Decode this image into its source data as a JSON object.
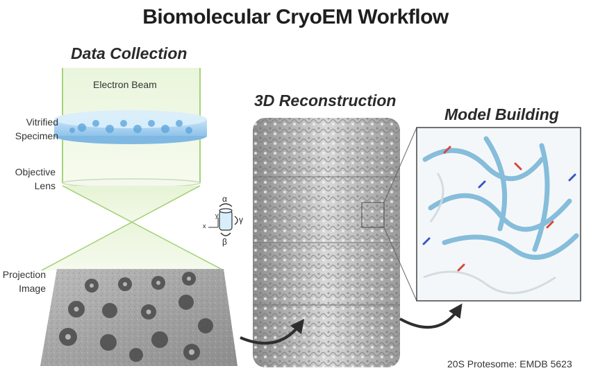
{
  "title": "Biomolecular CryoEM Workflow",
  "sections": {
    "data_collection": "Data Collection",
    "reconstruction": "3D Reconstruction",
    "model_building": "Model Building"
  },
  "labels": {
    "electron_beam": "Electron Beam",
    "specimen_line1": "Vitrified",
    "specimen_line2": "Specimen",
    "lens_line1": "Objective",
    "lens_line2": "Lens",
    "projection_line1": "Projection",
    "projection_line2": "Image"
  },
  "axes": {
    "alpha": "α",
    "beta": "β",
    "gamma": "γ",
    "x": "x",
    "y": "y"
  },
  "credit": "20S Protesome: EMDB 5623",
  "colors": {
    "beam": "#cfe6b4",
    "specimen": "#a9d3f1",
    "ribbon": "#7ab7d8"
  }
}
